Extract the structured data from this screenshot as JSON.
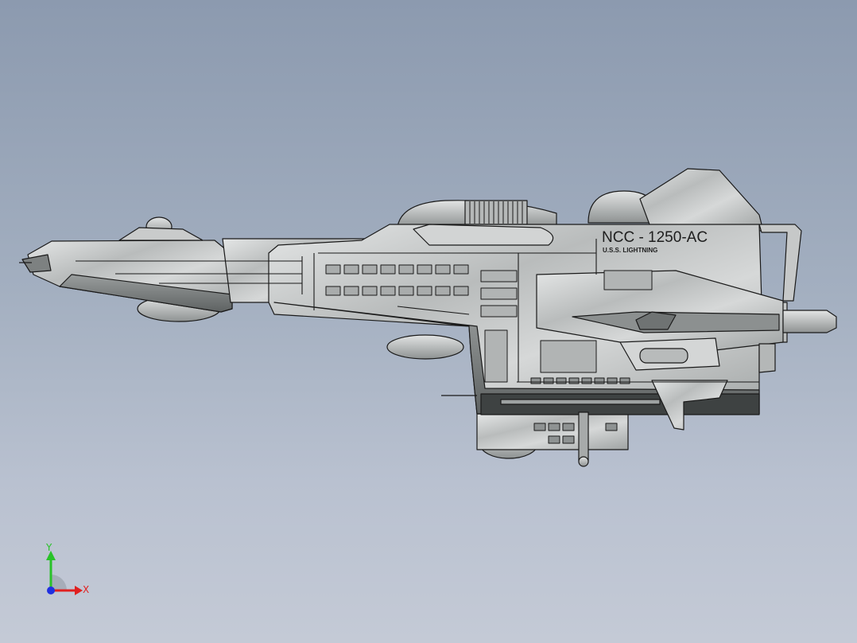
{
  "viewport": {
    "background_top": "#8c9aaf",
    "background_bottom": "#c4cad6"
  },
  "model": {
    "registry": "NCC - 1250-AC",
    "ship_name": "U.S.S. LIGHTNING",
    "hull_color": "#c9cbcb",
    "outline_color": "#1a1a1a"
  },
  "triad": {
    "y_label": "Y",
    "x_label": "X",
    "y_color": "#29c229",
    "x_color": "#e02020",
    "z_color": "#2030e0"
  }
}
